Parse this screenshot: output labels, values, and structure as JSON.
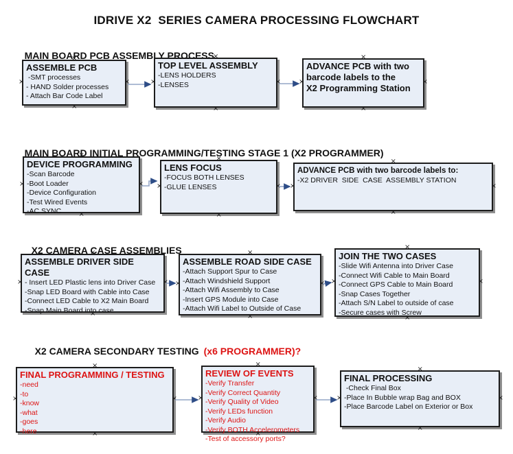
{
  "title": "IDRIVE X2  SERIES CAMERA PROCESSING FLOWCHART",
  "colors": {
    "box_fill": "#e8eef7",
    "box_border": "#1c1c1c",
    "box_shadow": "#8f8f8f",
    "arrow_line": "#94a5c6",
    "arrow_head": "#2e4d87",
    "red_text": "#dd1414"
  },
  "sections": [
    {
      "heading": "MAIN BOARD PCB ASSEMBLY PROCESS",
      "heading_highlight": "",
      "boxes": [
        {
          "title": "ASSEMBLE PCB",
          "items": [
            " -SMT processes",
            "- HAND Solder processes",
            "- Attach Bar Code Label"
          ]
        },
        {
          "title": "TOP LEVEL ASSEMBLY",
          "items": [
            "-LENS HOLDERS",
            "-LENSES"
          ]
        },
        {
          "title": "ADVANCE PCB with two\nbarcode labels to the\n X2 Programming Station",
          "items": []
        }
      ]
    },
    {
      "heading": "MAIN BOARD INITIAL PROGRAMMING/TESTING STAGE 1 (X2 PROGRAMMER)",
      "heading_highlight": "",
      "boxes": [
        {
          "title": "DEVICE PROGRAMMING",
          "items": [
            "-Scan Barcode",
            "-Boot Loader",
            "-Device Configuration",
            "-Test Wired Events",
            "-AC SYNC"
          ]
        },
        {
          "title": "LENS FOCUS",
          "items": [
            "-FOCUS BOTH LENSES",
            "-GLUE LENSES"
          ]
        },
        {
          "title": "ADVANCE PCB with two barcode labels to:",
          "items": [
            "-X2 DRIVER  SIDE  CASE  ASSEMBLY STATION"
          ]
        }
      ]
    },
    {
      "heading": "X2 CAMERA CASE ASSEMBLIES",
      "heading_highlight": "",
      "boxes": [
        {
          "title": "ASSEMBLE DRIVER SIDE CASE",
          "items": [
            "- Insert LED Plastic lens into Driver Case",
            "-Snap LED Board with Cable into Case",
            "-Connect LED Cable to X2 Main Board",
            "-Snap Main Board into case"
          ]
        },
        {
          "title": "ASSEMBLE ROAD SIDE CASE",
          "items": [
            "-Attach Support Spur to Case",
            "-Attach Windshield Support",
            "-Attach Wifi Assembly to Case",
            "-Insert GPS Module into Case",
            "-Attach Wifi Label to Outside of Case"
          ]
        },
        {
          "title": "JOIN THE TWO CASES",
          "items": [
            "-Slide Wifi Antenna into Driver Case",
            "-Connect Wifi Cable to Main Board",
            "-Connect GPS Cable to Main Board",
            "-Snap Cases Together",
            "-Attach S/N Label to outside of case",
            "-Secure cases with Screw"
          ]
        }
      ]
    },
    {
      "heading": "X2 CAMERA SECONDARY TESTING",
      "heading_highlight": "(x6 PROGRAMMER)?",
      "boxes": [
        {
          "title": "FINAL PROGRAMMING / TESTING",
          "text_color": "red",
          "items": [
            "-need",
            "-to",
            "-know",
            "-what",
            "-goes",
            "-here"
          ]
        },
        {
          "title": "REVIEW OF EVENTS",
          "text_color": "red",
          "items": [
            "-Verify Transfer",
            "-Verify Correct Quantity",
            "-Verify Quality of Video",
            "-Verify LEDs function",
            "-Verify Audio",
            "-Verify BOTH Accelerometers",
            "-Test of accessory ports?"
          ]
        },
        {
          "title": "FINAL PROCESSING",
          "items": [
            " -Check Final Box",
            "-Place In Bubble wrap Bag and BOX",
            "-Place Barcode Label on Exterior or Box"
          ]
        }
      ]
    }
  ]
}
